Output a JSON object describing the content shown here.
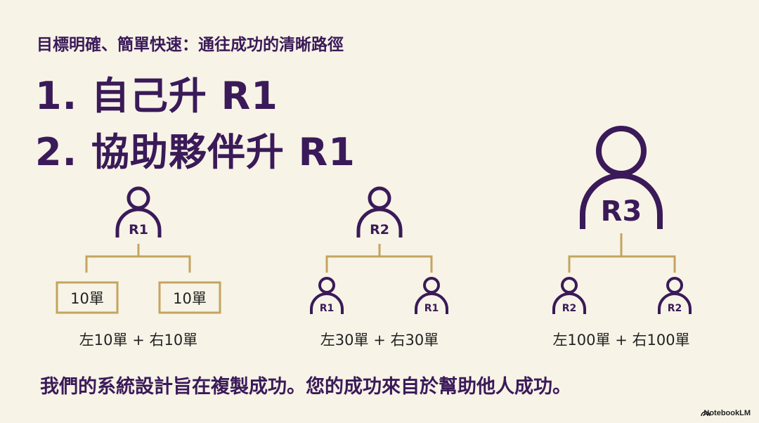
{
  "subtitle": "目標明確、簡單快速：通往成功的清晰路徑",
  "goals": [
    "1. 自己升 R1",
    "2. 協助夥伴升 R1"
  ],
  "diagrams": [
    {
      "top": "R1",
      "children": [
        "10單",
        "10單"
      ],
      "caption": "左10單 + 右10單"
    },
    {
      "top": "R2",
      "children": [
        "R1",
        "R1"
      ],
      "caption": "左30單 + 右30單"
    },
    {
      "top": "R3",
      "children": [
        "R2",
        "R2"
      ],
      "caption": "左100單 + 右100單"
    }
  ],
  "footer": "我們的系統設計旨在複製成功。您的成功來自於幫助他人成功。",
  "brand": "NotebookLM",
  "colors": {
    "background": "#f7f3e7",
    "purple": "#3a1a58",
    "gold": "#c4a45e"
  }
}
